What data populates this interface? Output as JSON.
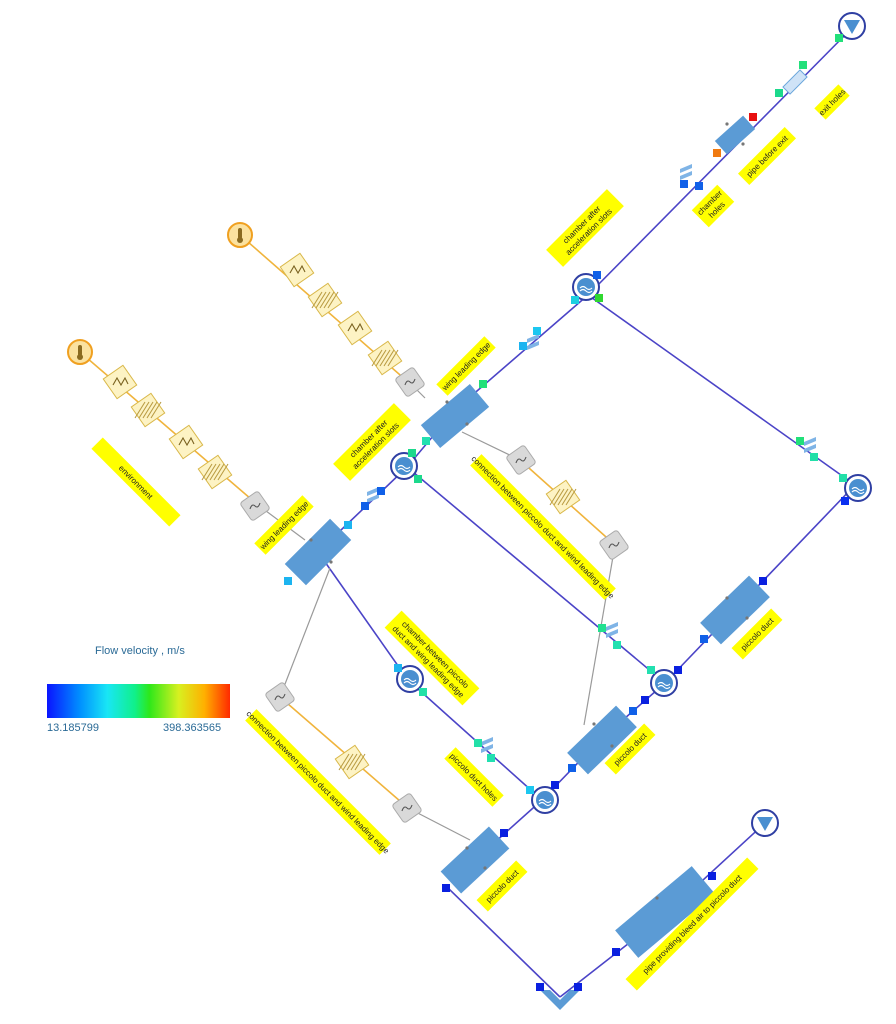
{
  "labels": {
    "exit_holes": "exit holes",
    "pipe_before_exit": "pipe before exit",
    "chamber_holes": "chamber holes",
    "chamber_after_slots_top": "chamber after acceleration slots",
    "wing_leading_edge_top": "wing leading edge",
    "chamber_after_slots_left": "chamber after acceleration slots",
    "connection_right": "connection between piccolo duct and wind leading edge",
    "environment": "environment",
    "wing_leading_edge_left": "wing leading edge",
    "piccolo_duct_right": "piccolo duct",
    "chamber_between": "chamber between piccolo duct and wing leading edge",
    "piccolo_duct_mid": "piccolo duct",
    "connection_left": "connection between piccolo duct and wind leading edge",
    "piccolo_duct_holes": "piccolo duct holes",
    "piccolo_duct_bottom": "piccolo duct",
    "pipe_providing": "pipe providing bleed air to piccolo duct"
  },
  "legend": {
    "title": "Flow velocity , m/s",
    "min": "13.185799",
    "max": "398.363565"
  },
  "colors": {
    "pipe": "#4b44c7",
    "thermal_line": "#f0b43c",
    "thermal_link": "#9a9a9a",
    "block": "#5b9bd5",
    "chamber_ring": "#2f3fa3",
    "label_bg": "#ffff00"
  }
}
